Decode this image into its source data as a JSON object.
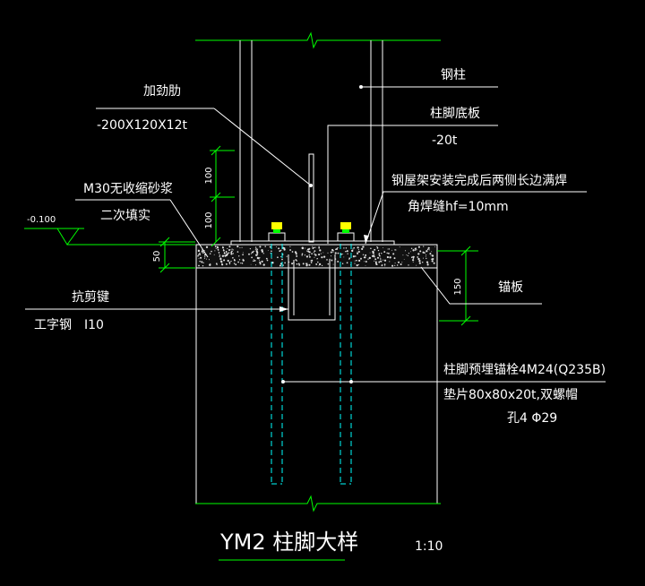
{
  "drawing": {
    "title": "YM2 柱脚大样",
    "scale": "1:10",
    "elevation": "-0.100",
    "dims": {
      "d100_upper": "100",
      "d100_lower": "100",
      "d50": "50",
      "d150": "150"
    },
    "labels": {
      "stiffener": "加劲肋",
      "stiffener_spec": "-200X120X12t",
      "steel_column": "钢柱",
      "base_plate": "柱脚底板",
      "base_plate_spec": "-20t",
      "grout": "M30无收缩砂浆",
      "grout_note": "二次填实",
      "weld_note": "钢屋架安装完成后两侧长边满焊",
      "weld_spec": "角焊缝hf=10mm",
      "shear_key": "抗剪键",
      "i_beam": "工字钢",
      "i_beam_spec": "I10",
      "anchor_plate": "锚板",
      "anchor_bolt": "柱脚预埋锚栓4M24(Q235B)",
      "washer": "垫片80x80x20t,双螺帽",
      "hole": "孔4 Φ29"
    },
    "colors": {
      "background": "#000000",
      "lines": "#ffffff",
      "green": "#00ff00",
      "cyan": "#00ffff",
      "yellow": "#ffff00"
    }
  }
}
